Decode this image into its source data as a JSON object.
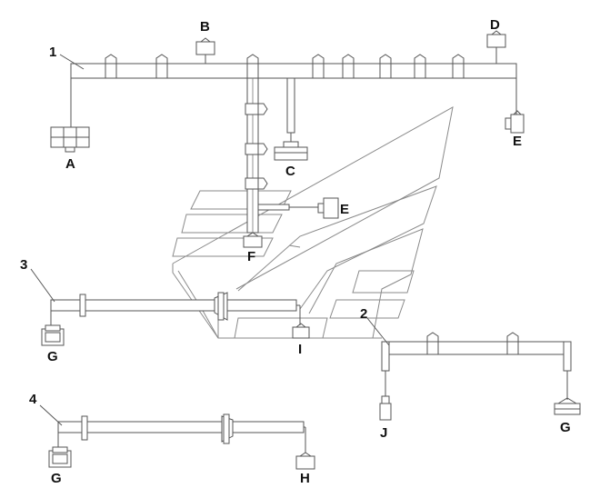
{
  "diagram": {
    "callouts": {
      "harness_1": "1",
      "harness_2": "2",
      "harness_3": "3",
      "harness_4": "4"
    },
    "connectors": {
      "A": "A",
      "B": "B",
      "C": "C",
      "D": "D",
      "E_top": "E",
      "E_mid": "E",
      "F": "F",
      "G_3": "G",
      "G_2": "G",
      "G_4": "G",
      "H": "H",
      "I": "I",
      "J": "J"
    }
  }
}
